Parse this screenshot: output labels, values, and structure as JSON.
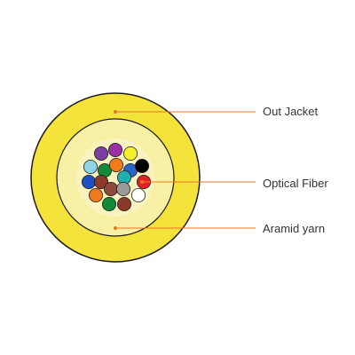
{
  "labels": {
    "out_jacket": "Out Jacket",
    "optical_fiber": "Optical Fiber",
    "aramid_yarn": "Aramid yarn"
  },
  "colors": {
    "jacket_fill": "#f3e33a",
    "jacket_outline": "#1a1a1a",
    "aramid_fill": "#f8f1a5",
    "core_fill": "#f9f4bf",
    "leader_line": "#e87722",
    "leader_dot": "#e87722",
    "label_text": "#333333",
    "fiber_outline": "#1a1a1a"
  },
  "fibers": [
    {
      "color": "#7b3fa0"
    },
    {
      "color": "#9a2fa8"
    },
    {
      "color": "#f4f02a"
    },
    {
      "color": "#8fd3e8"
    },
    {
      "color": "#138a3a"
    },
    {
      "color": "#f07b1c"
    },
    {
      "color": "#2b64c8"
    },
    {
      "color": "#000000"
    },
    {
      "color": "#1f4fc4"
    },
    {
      "color": "#8b3a2a"
    },
    {
      "color": "#1fb0b0"
    },
    {
      "color": "#e41f26"
    },
    {
      "color": "#f07b1c"
    },
    {
      "color": "#8b4a3a"
    },
    {
      "color": "#9a9a9a"
    },
    {
      "color": "#ffffff"
    },
    {
      "color": "#138a3a"
    },
    {
      "color": "#8b3a2a"
    }
  ]
}
